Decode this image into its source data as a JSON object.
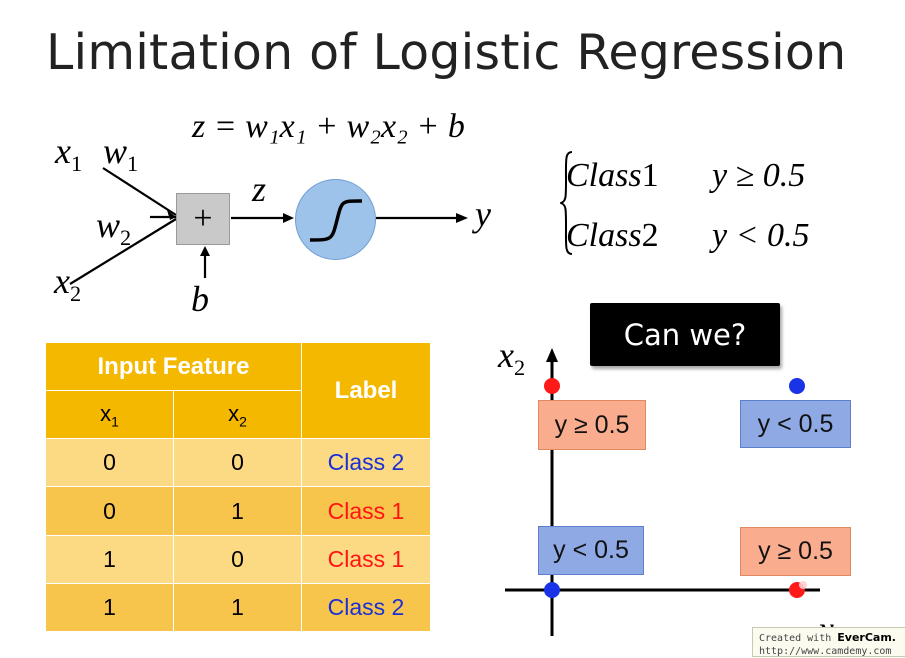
{
  "slide": {
    "title": "Limitation of Logistic Regression"
  },
  "neuron": {
    "equation": "z = w₁x₁ + w₂x₂ + b",
    "x1": "x",
    "x1_sub": "1",
    "w1": "w",
    "w1_sub": "1",
    "w2": "w",
    "w2_sub": "2",
    "x2": "x",
    "x2_sub": "2",
    "sum_symbol": "+",
    "bias": "b",
    "z": "z",
    "y": "y"
  },
  "rules": [
    {
      "class_name": "Class",
      "class_num": "1",
      "condition": "y ≥ 0.5"
    },
    {
      "class_name": "Class",
      "class_num": "2",
      "condition": "y < 0.5"
    }
  ],
  "table": {
    "group_header": "Input Feature",
    "label_header": "Label",
    "col_x1": "x",
    "col_x1_sub": "1",
    "col_x2": "x",
    "col_x2_sub": "2",
    "rows": [
      {
        "x1": "0",
        "x2": "0",
        "label": "Class 2"
      },
      {
        "x1": "0",
        "x2": "1",
        "label": "Class 1"
      },
      {
        "x1": "1",
        "x2": "0",
        "label": "Class 1"
      },
      {
        "x1": "1",
        "x2": "1",
        "label": "Class 2"
      }
    ]
  },
  "callout": {
    "text": "Can we?"
  },
  "plot": {
    "y_axis_label": "x",
    "y_axis_sub": "2",
    "x_axis_label": "x",
    "box_top_left": "y ≥ 0.5",
    "box_top_right": "y < 0.5",
    "box_bottom_left": "y < 0.5",
    "box_bottom_right": "y ≥ 0.5",
    "colors": {
      "red": "#ff1a1a",
      "blue": "#1a33e6"
    }
  },
  "watermark": {
    "prefix": "Created with",
    "brand": "EverCam.",
    "url": "http://www.camdemy.com"
  }
}
